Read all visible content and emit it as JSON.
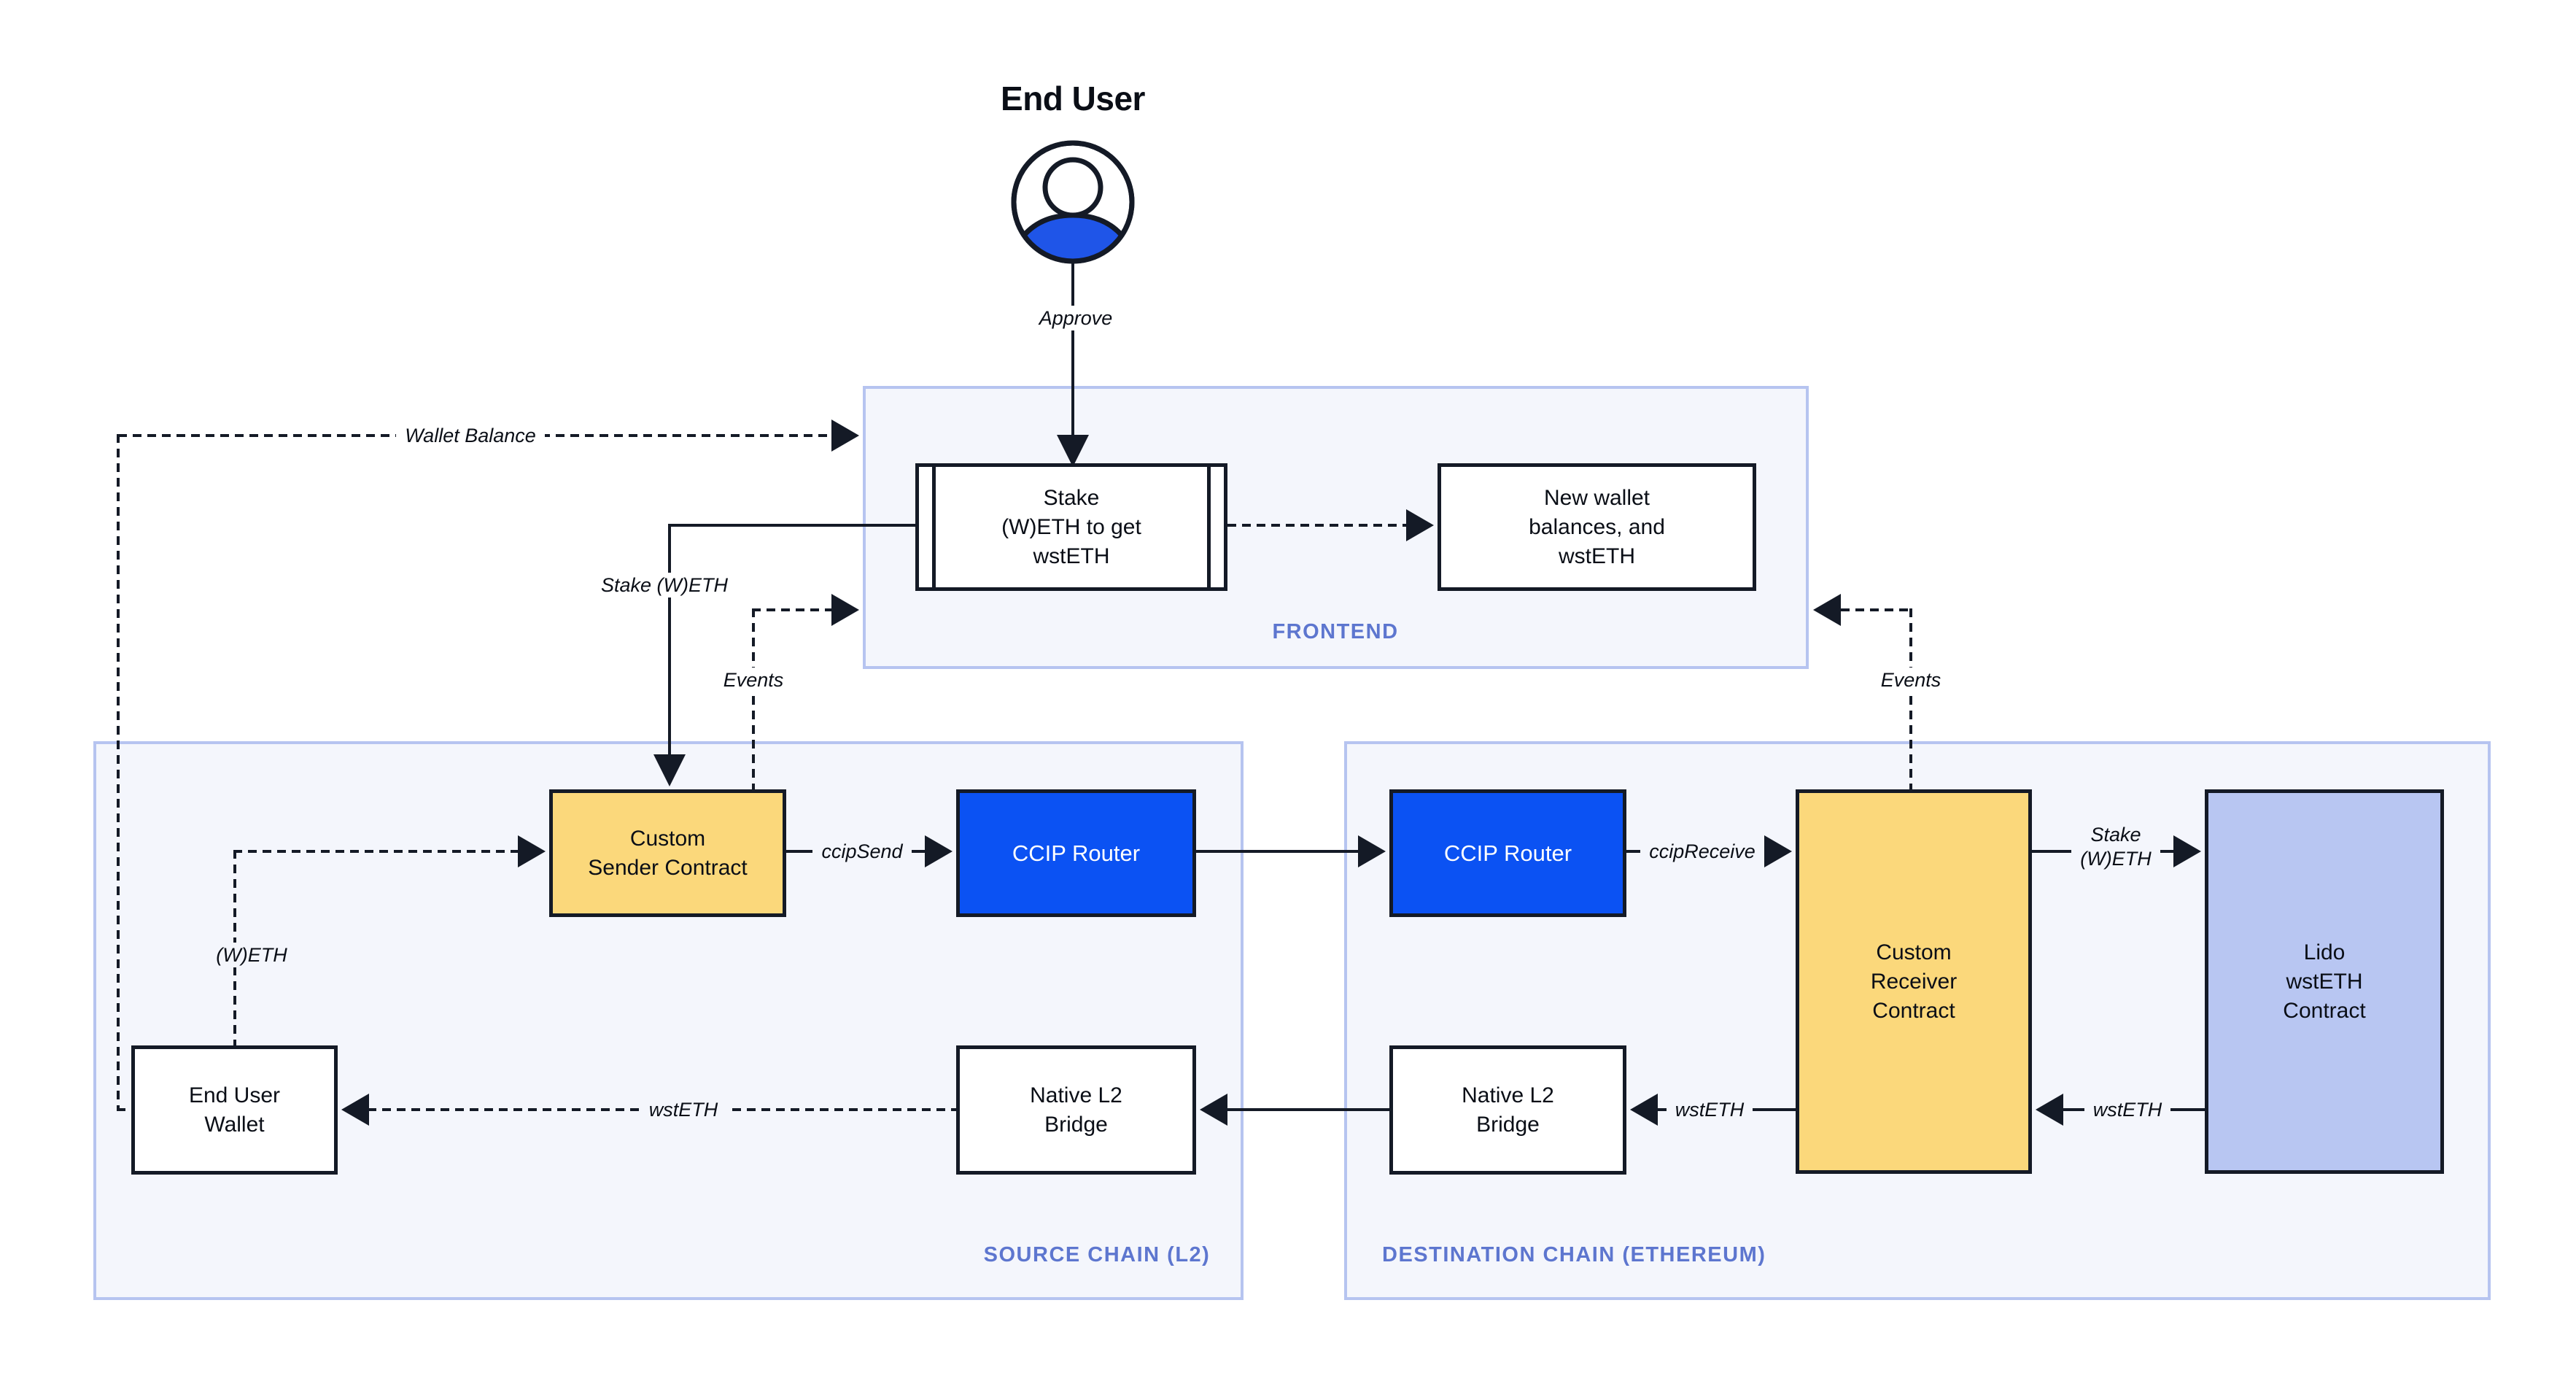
{
  "page_title": "End User",
  "colors": {
    "accent_blue": "#0b52f3",
    "person_blue": "#1f55e8",
    "node_yellow": "#fbd87b",
    "node_lavender": "#b8c6f2",
    "container_bg": "#f4f6fc",
    "container_border": "#b6c4f0",
    "section_label_blue": "#5d76cf",
    "line_black": "#141a26"
  },
  "icons": {
    "end_user": "person-icon"
  },
  "sections": {
    "frontend": {
      "label": "FRONTEND"
    },
    "source": {
      "label": "SOURCE CHAIN (L2)"
    },
    "destination": {
      "label": "DESTINATION CHAIN (ETHEREUM)"
    }
  },
  "nodes": {
    "stake_widget": {
      "lines": [
        "Stake",
        "(W)ETH to get",
        "wstETH"
      ]
    },
    "new_wallet": {
      "lines": [
        "New wallet",
        "balances, and",
        "wstETH"
      ]
    },
    "custom_sender": {
      "lines": [
        "Custom",
        "Sender Contract"
      ]
    },
    "ccip_router_source": {
      "lines": [
        "CCIP Router"
      ]
    },
    "ccip_router_dest": {
      "lines": [
        "CCIP Router"
      ]
    },
    "custom_receiver": {
      "lines": [
        "Custom",
        "Receiver",
        "Contract"
      ]
    },
    "lido": {
      "lines": [
        "Lido",
        "wstETH",
        "Contract"
      ]
    },
    "end_user_wallet": {
      "lines": [
        "End User",
        "Wallet"
      ]
    },
    "native_bridge_source": {
      "lines": [
        "Native L2",
        "Bridge"
      ]
    },
    "native_bridge_dest": {
      "lines": [
        "Native L2",
        "Bridge"
      ]
    }
  },
  "edges": {
    "approve": "Approve",
    "wallet_balance": "Wallet Balance",
    "stake_weth": "Stake (W)ETH",
    "events_left": "Events",
    "events_right": "Events",
    "ccip_send": "ccipSend",
    "ccip_receive": "ccipReceive",
    "stake_weth_dest": {
      "lines": [
        "Stake",
        "(W)ETH"
      ]
    },
    "wsteth_to_wallet": "wstETH",
    "wsteth_receiver_to_bridge": "wstETH",
    "wsteth_lido_to_receiver": "wstETH"
  }
}
